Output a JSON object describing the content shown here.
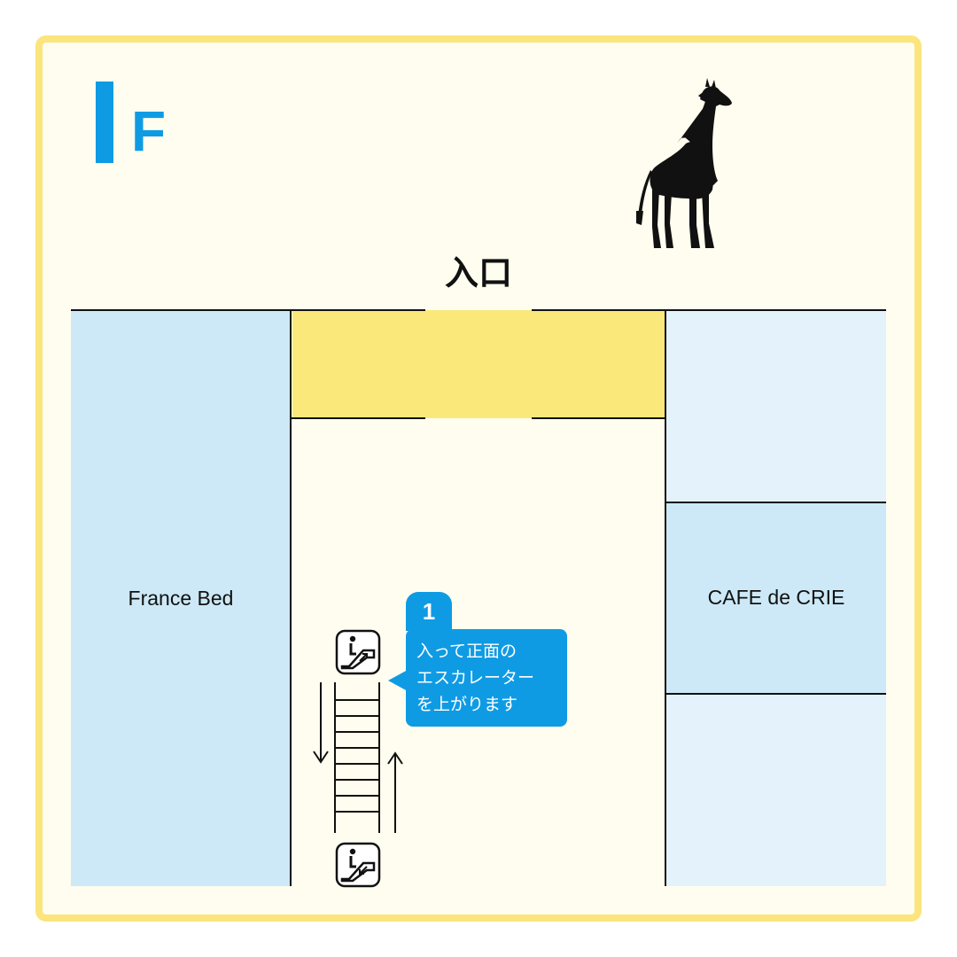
{
  "floor": {
    "number_glyph": "I",
    "suffix": "F"
  },
  "entrance_label": "入口",
  "stores": {
    "left": "France Bed",
    "right": "CAFE de CRIE"
  },
  "step": {
    "number": "1",
    "lines": [
      "入って正面の",
      "エスカレーター",
      "を上がります"
    ]
  },
  "colors": {
    "accent_blue": "#0f9be4",
    "frame_yellow": "#fbe57c",
    "lobby_yellow": "#fbe87a",
    "store_blue": "#cde9f7",
    "store_blue_light": "#e3f2fb",
    "floor_bg": "#fffdef"
  },
  "icons": {
    "giraffe": "giraffe-silhouette-icon",
    "escalator_up": "escalator-up-icon",
    "escalator_down": "escalator-down-icon"
  }
}
